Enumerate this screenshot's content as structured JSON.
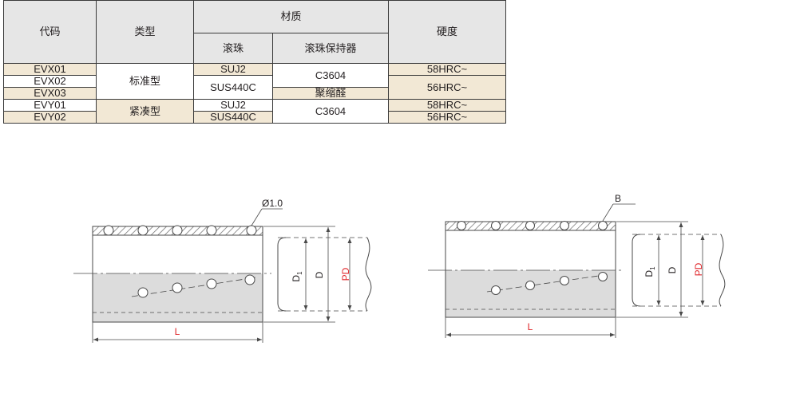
{
  "table": {
    "headers": {
      "code": "代码",
      "type": "类型",
      "material": "材质",
      "ball": "滚珠",
      "retainer": "滚珠保持器",
      "hardness": "硬度"
    },
    "codes": [
      "EVX01",
      "EVX02",
      "EVX03",
      "EVY01",
      "EVY02"
    ],
    "types": [
      "标准型",
      "紧凑型"
    ],
    "balls": [
      "SUJ2",
      "SUS440C",
      "SUJ2",
      "SUS440C"
    ],
    "retainers": [
      "C3604",
      "聚缩醛",
      "C3604"
    ],
    "hardness": [
      "58HRC~",
      "56HRC~",
      "58HRC~",
      "56HRC~"
    ]
  },
  "diagram_left": {
    "ball_diameter_label": "Ø1.0",
    "length_label": "L",
    "d1_label": "D",
    "d1_subscript": "1",
    "d_label": "D",
    "pd_label": "PD"
  },
  "diagram_right": {
    "callout_label": "B",
    "length_label": "L",
    "d1_label": "D",
    "d1_subscript": "1",
    "d_label": "D",
    "pd_label": "PD"
  },
  "colors": {
    "header_bg": "#e6e6e6",
    "row_tan": "#f2e8d5",
    "dimension_red": "#e0262a",
    "cutaway_gray": "#dcdcdc",
    "hatch_gray": "#bdbdbd"
  }
}
